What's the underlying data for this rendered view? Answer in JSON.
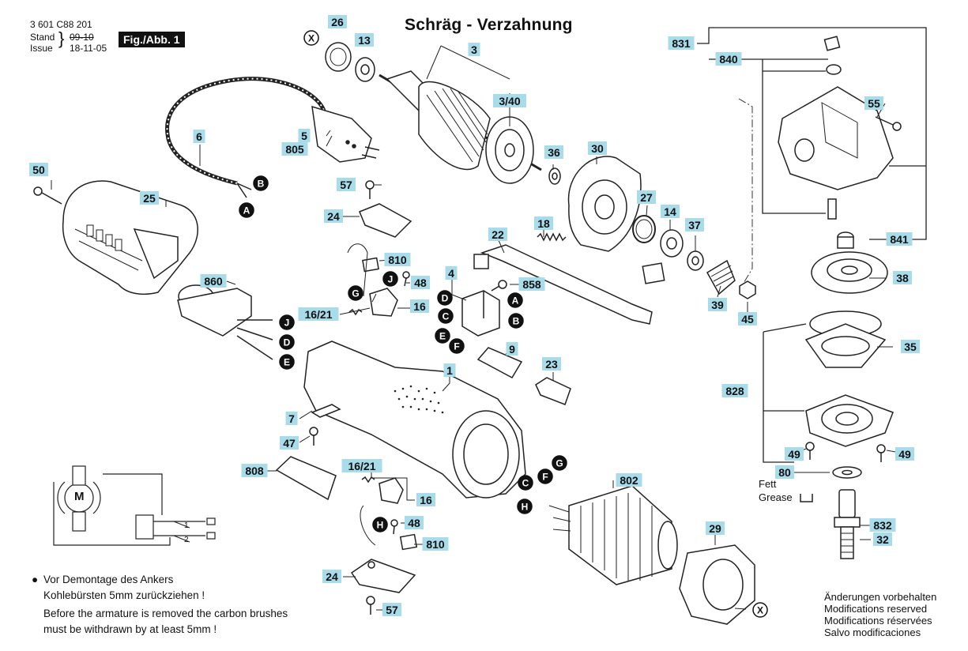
{
  "header": {
    "doc_number": "3 601 C88 201",
    "stand_label": "Stand",
    "stand_date": "09-10",
    "issue_label": "Issue",
    "issue_date": "18-11-05",
    "fig_label": "Fig./Abb. 1"
  },
  "title": "Schräg - Verzahnung",
  "colors": {
    "label_bg": "#a9dcea",
    "line": "#111111",
    "marker": "#111111"
  },
  "part_labels": [
    "831",
    "840",
    "55",
    "841",
    "38",
    "35",
    "828",
    "49",
    "49",
    "80",
    "832",
    "32",
    "26",
    "13",
    "3",
    "3/40",
    "36",
    "30",
    "27",
    "14",
    "37",
    "39",
    "45",
    "22",
    "18",
    "6",
    "5",
    "805",
    "50",
    "25",
    "57",
    "24",
    "810",
    "48",
    "4",
    "858",
    "16/21",
    "16",
    "860",
    "9",
    "23",
    "1",
    "7",
    "47",
    "808",
    "16/21",
    "16",
    "48",
    "810",
    "24",
    "57",
    "802",
    "29"
  ],
  "letter_markers": [
    "X",
    "B",
    "A",
    "J",
    "G",
    "D",
    "C",
    "E",
    "A",
    "B",
    "F",
    "J",
    "D",
    "E",
    "G",
    "F",
    "C",
    "H",
    "H",
    "X"
  ],
  "grease": {
    "line1": "Fett",
    "line2": "Grease"
  },
  "notes": {
    "line1": "Vor Demontage des Ankers",
    "line2": "Kohlebürsten 5mm zurückziehen !",
    "line3": "Before the armature is removed the carbon brushes",
    "line4": "must be withdrawn by at least 5mm !"
  },
  "schematic": {
    "motor_label": "M",
    "switch_1": "1",
    "switch_2": "2"
  },
  "footer": {
    "line1": "Änderungen vorbehalten",
    "line2": "Modifications reserved",
    "line3": "Modifications réservées",
    "line4": "Salvo modificaciones"
  }
}
